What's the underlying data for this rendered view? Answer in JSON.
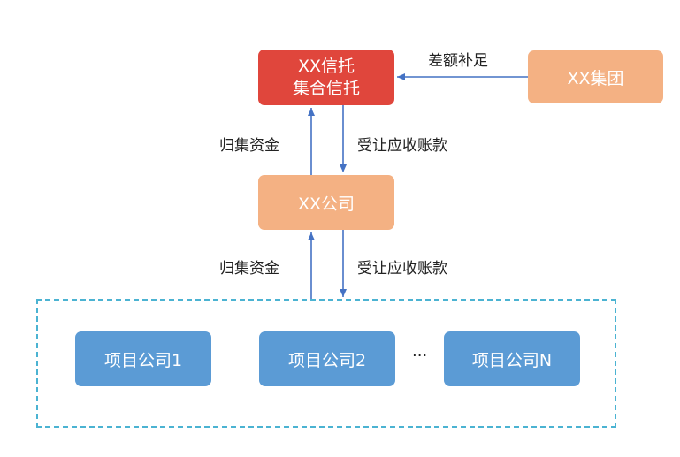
{
  "nodes": {
    "trust_line1": "XX信托",
    "trust_line2": "集合信托",
    "group": "XX集团",
    "company": "XX公司",
    "project1": "项目公司1",
    "project2": "项目公司2",
    "projectN": "项目公司N",
    "ellipsis": "···"
  },
  "edges": {
    "guarantee": "差额补足",
    "collect_top": "归集资金",
    "receivables_top": "受让应收账款",
    "collect_bottom": "归集资金",
    "receivables_bottom": "受让应收账款"
  },
  "colors": {
    "trust": "#e0463c",
    "orange": "#f4b183",
    "blue": "#5b9bd5",
    "arrow": "#4472c4",
    "dashed": "#4bb3d2"
  }
}
